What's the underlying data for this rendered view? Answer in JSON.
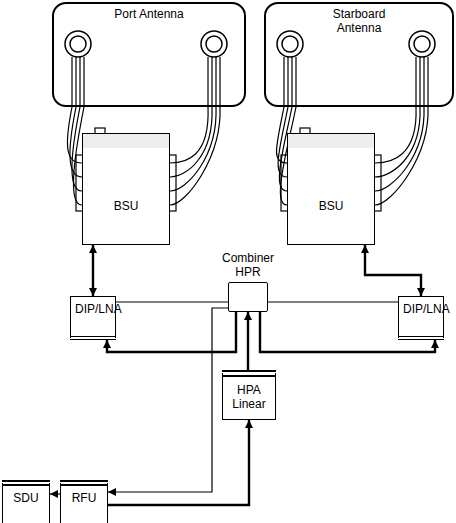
{
  "diagram": {
    "nodes": [
      {
        "text": [
          "Port Antenna"
        ]
      },
      {
        "text": [
          "Starboard Antenna"
        ]
      },
      {
        "text": [
          "BSU"
        ]
      },
      {
        "text": [
          "BSU"
        ]
      },
      {
        "text": [
          "DIP/LNA"
        ]
      },
      {
        "text": [
          "DIP/LNA"
        ]
      },
      {
        "text": [
          "Combiner HPR"
        ]
      },
      {
        "text": [
          "HPA Linear"
        ]
      },
      {
        "text": [
          "SDU"
        ]
      },
      {
        "text": [
          "RFU"
        ]
      }
    ],
    "edges": [
      {
        "from": 0,
        "to": 2,
        "arrow": "none"
      },
      {
        "from": 1,
        "to": 3,
        "arrow": "none"
      },
      {
        "from": 2,
        "to": 4,
        "arrow": "both"
      },
      {
        "from": 3,
        "to": 5,
        "arrow": "both"
      },
      {
        "from": 6,
        "to": 4,
        "arrow": "to"
      },
      {
        "from": 6,
        "to": 5,
        "arrow": "to"
      },
      {
        "from": 7,
        "to": 6,
        "arrow": "to"
      },
      {
        "from": 9,
        "to": 7,
        "arrow": "to"
      },
      {
        "from": 9,
        "to": 8,
        "arrow": "to"
      },
      {
        "from": 4,
        "to": 6,
        "arrow": "none"
      },
      {
        "from": 5,
        "to": 6,
        "arrow": "none"
      },
      {
        "from": 6,
        "to": 9,
        "arrow": "to"
      }
    ]
  }
}
